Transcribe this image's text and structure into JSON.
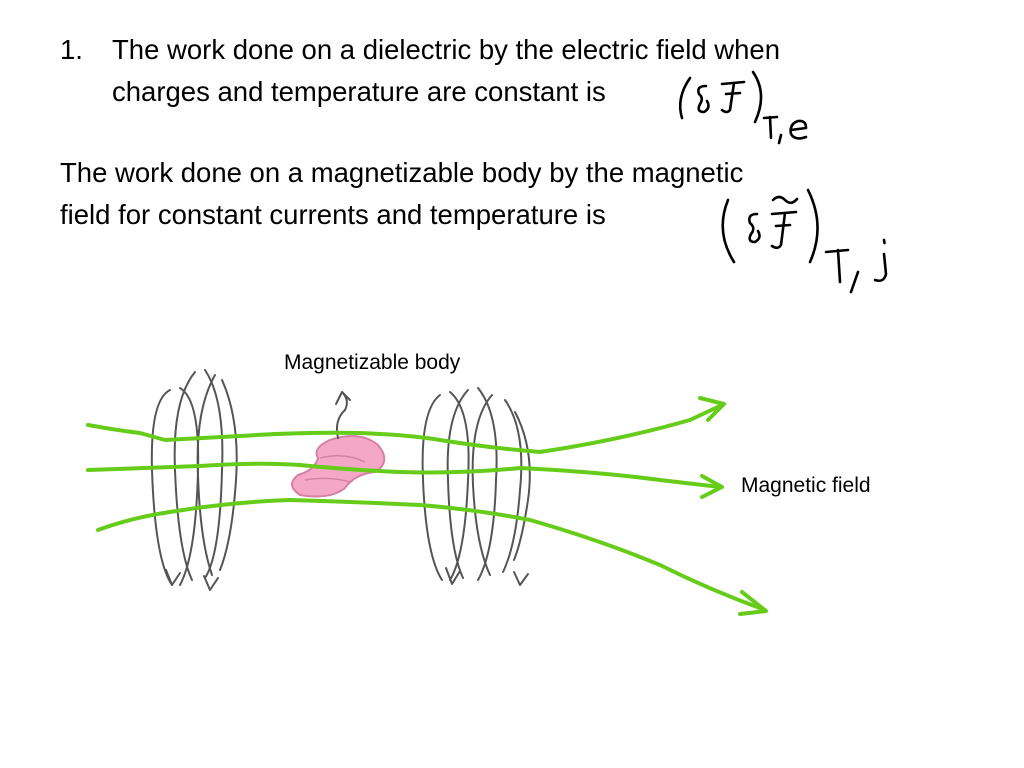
{
  "slide": {
    "item_number": "1.",
    "item_line1": "The work done on a dielectric by the electric field when",
    "item_line2": "charges and temperature are constant is",
    "magnetic_line1": "The work done on a magnetizable body by the magnetic",
    "magnetic_line2": "field for constant currents and temperature is"
  },
  "figure": {
    "body_label": "Magnetizable body",
    "field_label": "Magnetic field"
  },
  "colors": {
    "field_lines": "#66cc1a",
    "body_fill": "#f4a7c6",
    "coil_pencil": "#555555",
    "ink": "#000000"
  }
}
